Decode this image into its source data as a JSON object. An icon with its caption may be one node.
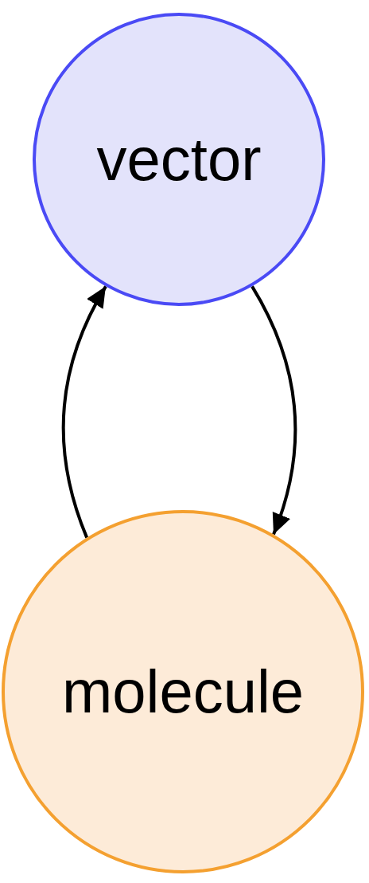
{
  "diagram": {
    "nodes": [
      {
        "text": [
          "vector"
        ]
      },
      {
        "text": [
          "molecule"
        ]
      }
    ],
    "edges": [
      {
        "from": 1,
        "to": 0,
        "arrow": "to"
      },
      {
        "from": 0,
        "to": 1,
        "arrow": "to"
      }
    ]
  }
}
